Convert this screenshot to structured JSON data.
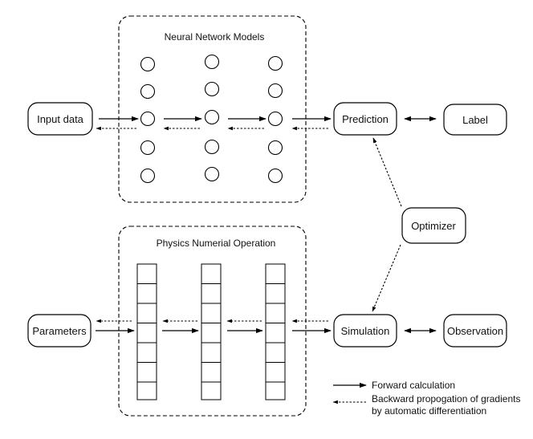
{
  "nodes": {
    "input_data": "Input data",
    "prediction": "Prediction",
    "label": "Label",
    "optimizer": "Optimizer",
    "parameters": "Parameters",
    "simulation": "Simulation",
    "observation": "Observation"
  },
  "groups": {
    "neural_network": "Neural Network Models",
    "physics": "Physics Numerial Operation"
  },
  "legend": {
    "forward": "Forward calculation",
    "backward_line1": "Backward propogation of gradients",
    "backward_line2": "by automatic differentiation"
  }
}
